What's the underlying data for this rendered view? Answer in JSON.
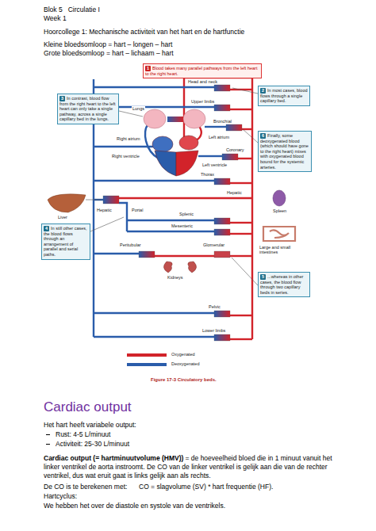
{
  "diagram": {
    "caption": "Figure 17-3 Circulatory beds.",
    "nodes": [
      {
        "text": [
          "1",
          "Blood takes many parallel pathways from the left heart to the right heart."
        ]
      },
      {
        "text": [
          "3",
          "In contrast, blood flow from the right heart to the left heart can only take a single pathway, across a single capillary bed in the lungs."
        ]
      },
      {
        "text": [
          "2",
          "In most cases, blood flows through a single capillary bed."
        ]
      },
      {
        "text": [
          "6",
          "Finally, some deoxygenated blood (which should have gone to the right heart) mixes with oxygenated blood bound for the systemic arteries."
        ]
      },
      {
        "text": [
          "4",
          "In still other cases, the blood flows through an arrangement of parallel and serial paths."
        ]
      },
      {
        "text": [
          "5",
          "...whereas in other cases, the blood flow through two capillary beds in series."
        ]
      }
    ],
    "labels": [
      "Blok 5   Circulatie I",
      "Week 1",
      "Hoorcollege 1: Mechanische activiteit van het hart en de hartfunctie",
      "Kleine bloedsomloop = hart – longen – hart",
      "Grote bloedsomloop = hart – lichaam – hart",
      "Head and neck",
      "Upper limbs",
      "Lungs",
      "Bronchial",
      "Left atrium",
      "Right atrium",
      "Right ventricle",
      "Left ventricle",
      "Coronary",
      "Thorax",
      "Hepatic",
      "Portal",
      "Liver",
      "Spleen",
      "Hepatic",
      "Splenic",
      "Mesenteric",
      "Large and small intestines",
      "Peritubular",
      "Glomerular",
      "Kidneys",
      "Pelvic",
      "Lower limbs",
      "Cardiac output",
      "Het hart heeft variabele output:",
      "Rust: 4-5 L/minuut",
      "Activiteit: 25-30 L/minuut",
      "Cardiac output (= hartminuutvolume (HMV))",
      "= de hoeveelheid bloed die in 1 minuut vanuit het linker ventrikel de aorta instroomt. De CO van de linker ventrikel is gelijk aan die van de rechter ventrikel, dus wat eruit gaat is links gelijk aan als rechts.",
      "De CO is te berekenen met:",
      "CO = slagvolume (SV) * hart frequentie (HF).",
      "Hartcyclus:",
      "We hebben het over de diastole en systole van de ventrikels."
    ],
    "legend": [
      {
        "text": "Oxygenated",
        "color": "#d2232a"
      },
      {
        "text": "Deoxygenated",
        "color": "#2a5caa"
      }
    ]
  }
}
